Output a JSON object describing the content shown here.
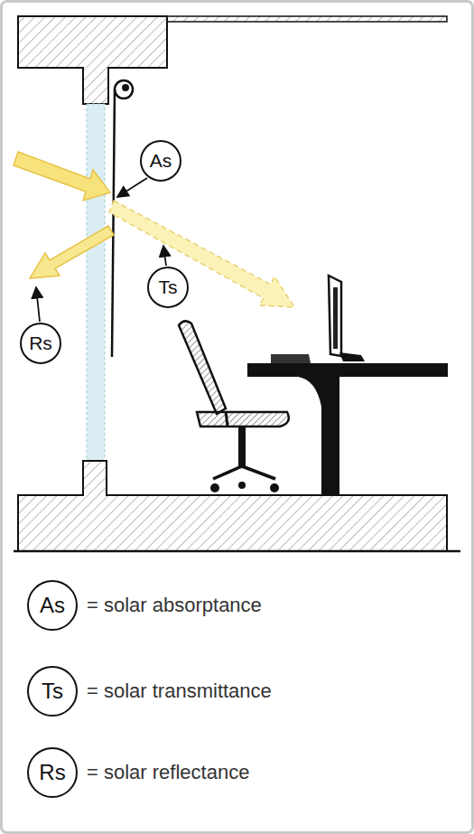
{
  "diagram": {
    "nodes": [
      {
        "text": [
          "As"
        ]
      },
      {
        "text": [
          "Ts"
        ]
      },
      {
        "text": [
          "Rs"
        ]
      },
      {
        "text": [
          "As"
        ]
      },
      {
        "text": [
          "Ts"
        ]
      },
      {
        "text": [
          "Rs"
        ]
      }
    ],
    "legend": [
      {
        "text": "= solar absorptance"
      },
      {
        "text": "= solar transmittance"
      },
      {
        "text": "= solar reflectance"
      }
    ]
  }
}
